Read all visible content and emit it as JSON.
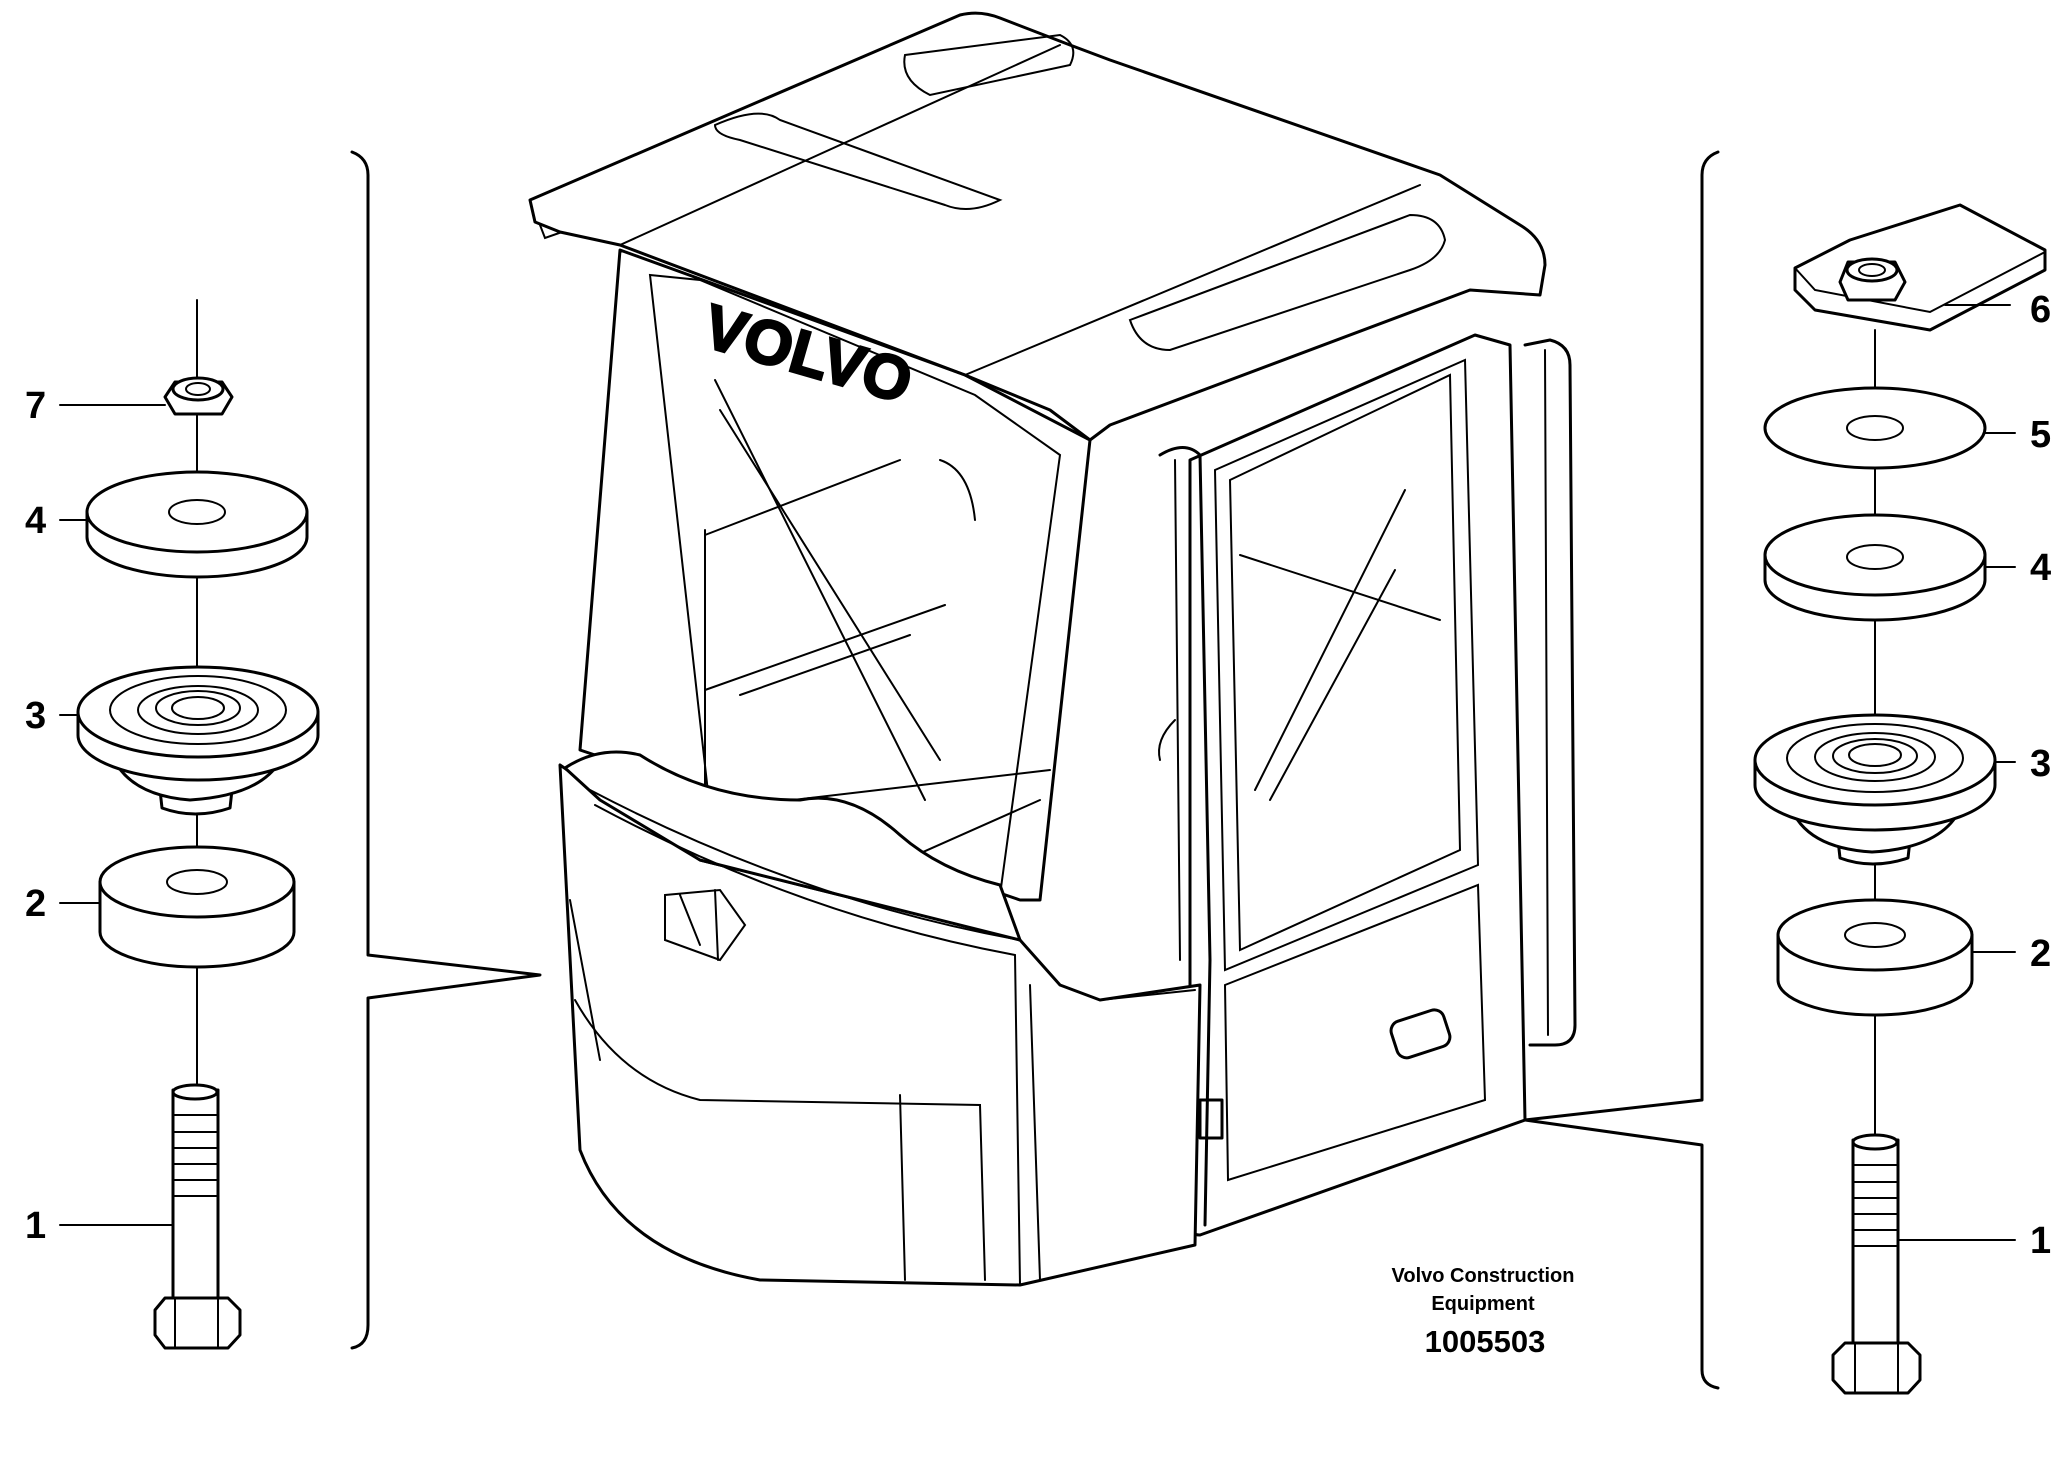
{
  "left_stack": {
    "callouts": [
      {
        "id": "7",
        "label": "7"
      },
      {
        "id": "4",
        "label": "4"
      },
      {
        "id": "3",
        "label": "3"
      },
      {
        "id": "2",
        "label": "2"
      },
      {
        "id": "1",
        "label": "1"
      }
    ]
  },
  "right_stack": {
    "callouts": [
      {
        "id": "6",
        "label": "6"
      },
      {
        "id": "5",
        "label": "5"
      },
      {
        "id": "4",
        "label": "4"
      },
      {
        "id": "3",
        "label": "3"
      },
      {
        "id": "2",
        "label": "2"
      },
      {
        "id": "1",
        "label": "1"
      }
    ]
  },
  "cab": {
    "windshield_logo": "VOLVO"
  },
  "caption": {
    "line1": "Volvo Construction",
    "line2": "Equipment",
    "drawing_number": "1005503"
  }
}
